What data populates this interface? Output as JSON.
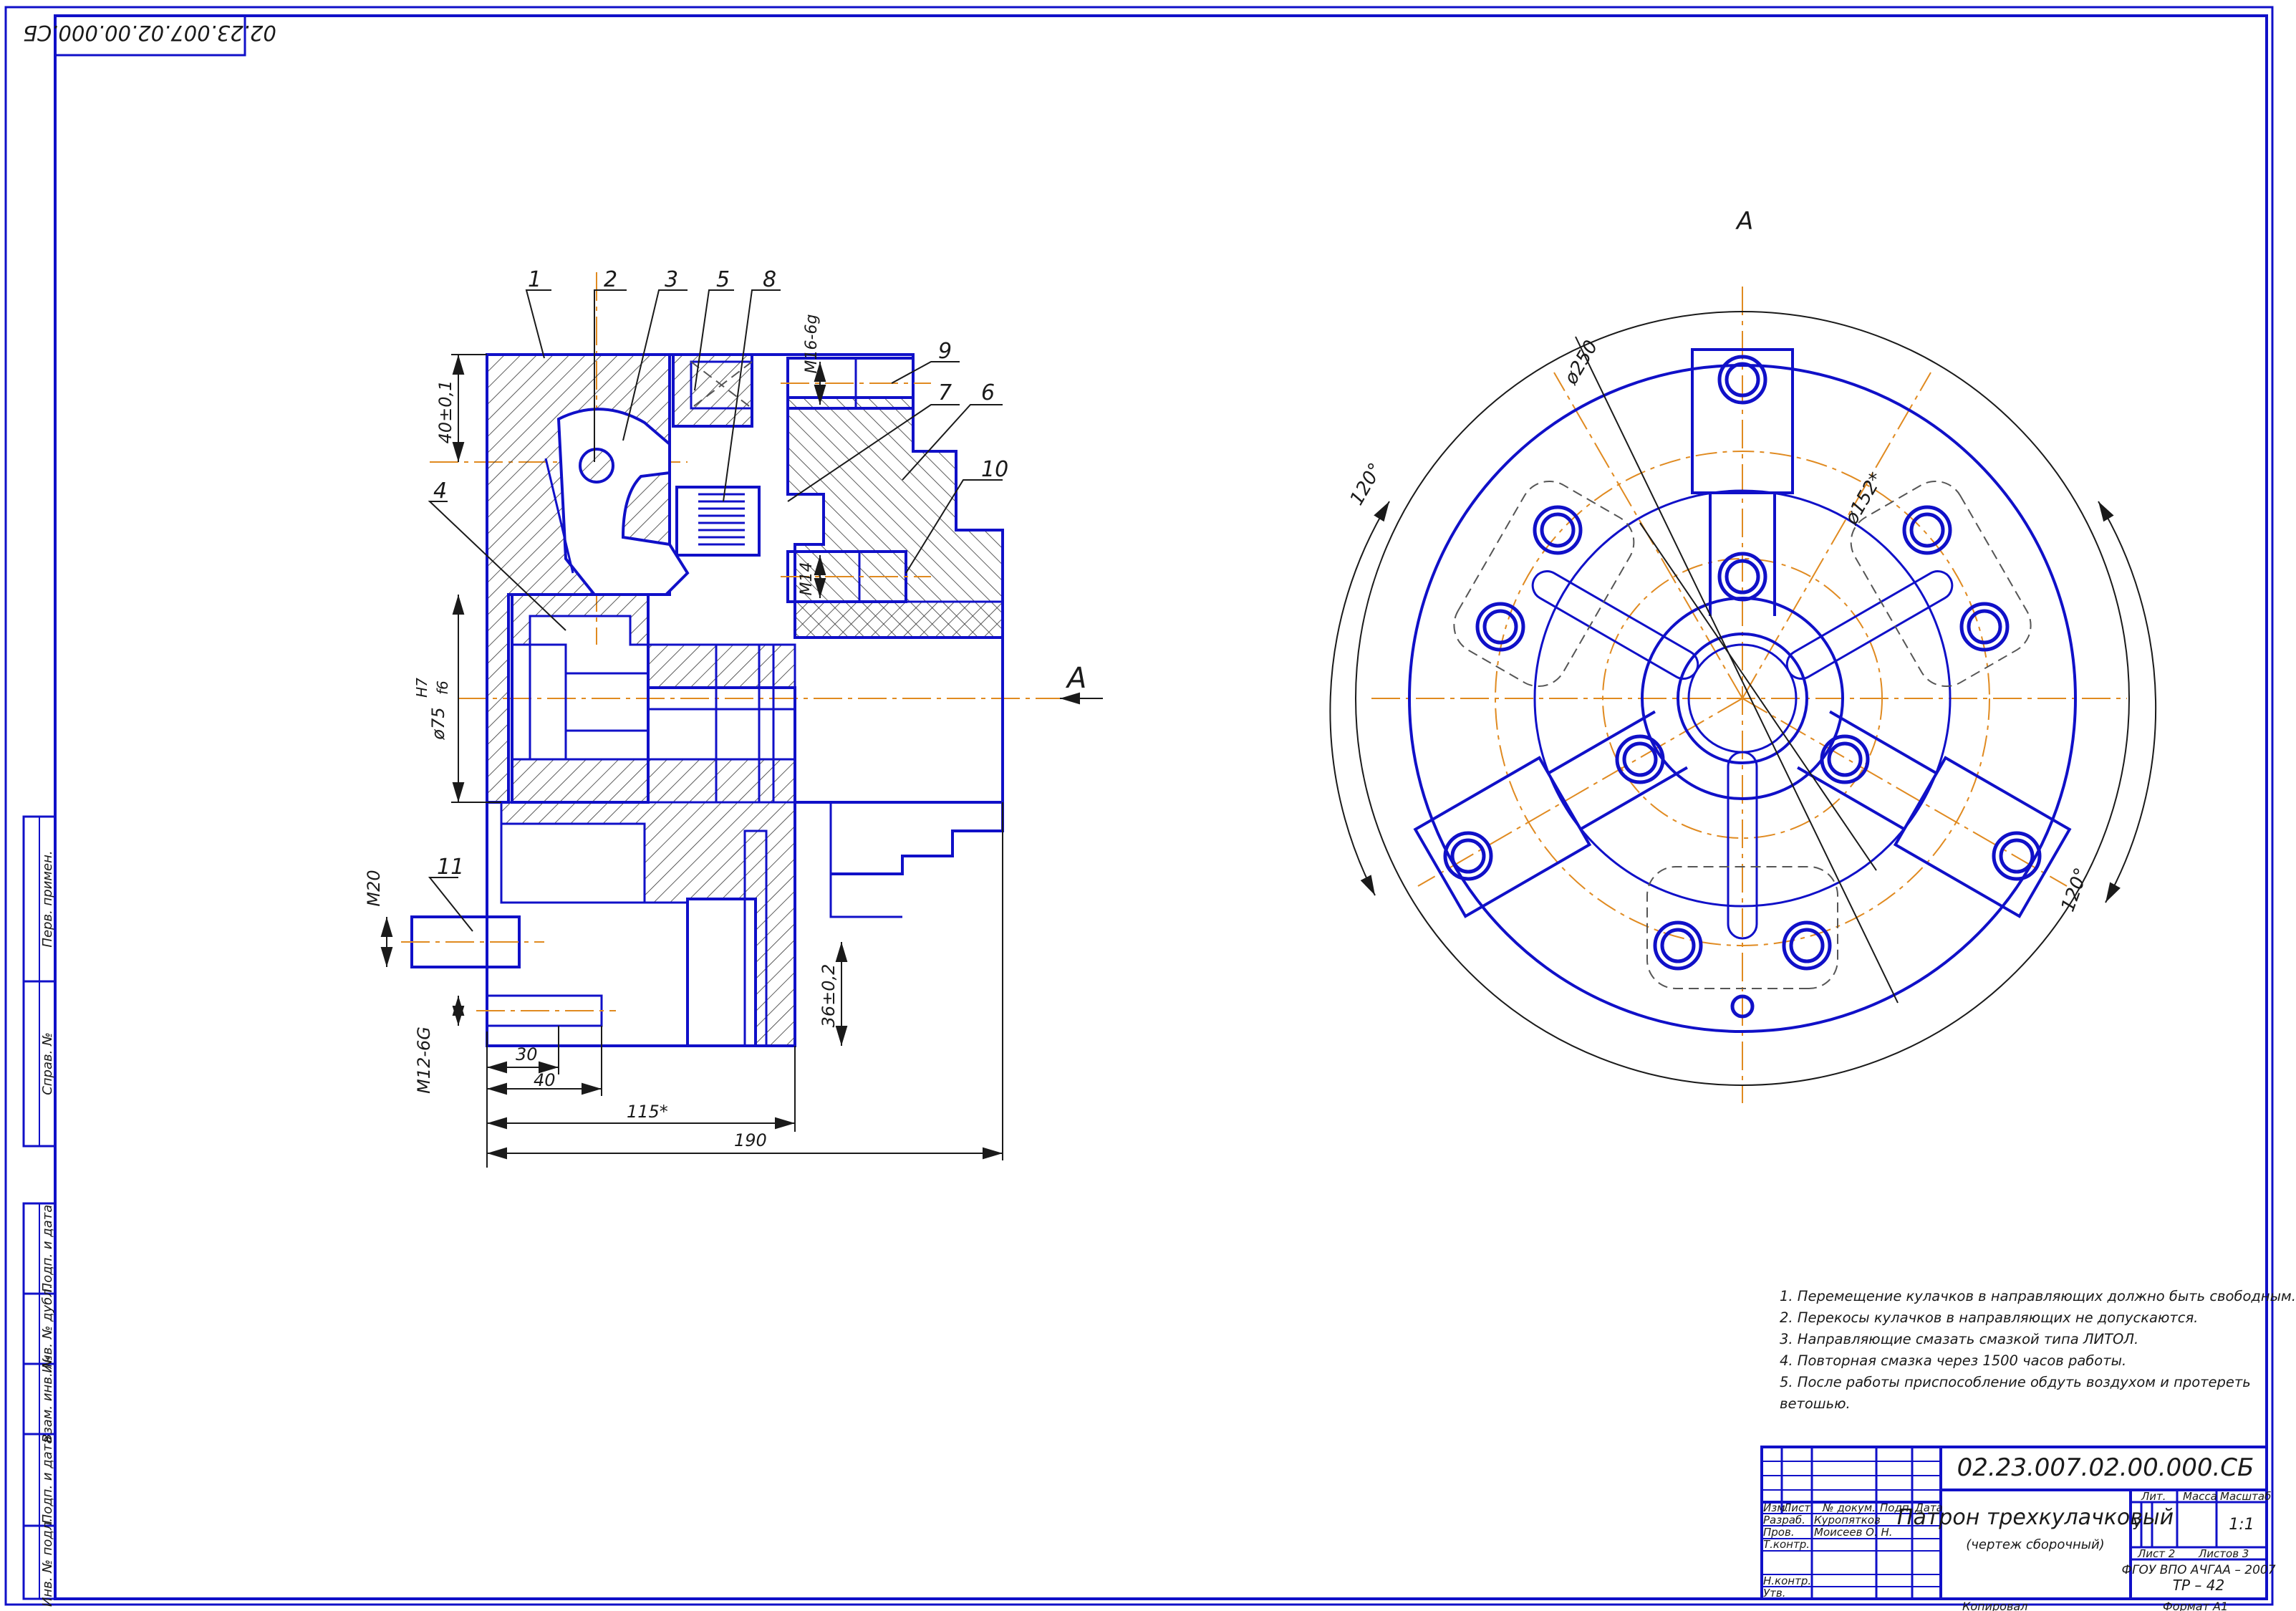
{
  "stamp_code_rotated": "02.23.007.02.00.000.СБ",
  "side_stamp": [
    "Перв. примен.",
    "Справ. №",
    "Подп. и дата",
    "Инв. № дубл.",
    "Взам. инв. №",
    "Подп. и дата",
    "Инв. № подл."
  ],
  "view_label": "А",
  "section_arrow_label": "А",
  "part_numbers": [
    "1",
    "2",
    "3",
    "5",
    "8",
    "4",
    "9",
    "7",
    "6",
    "10",
    "11"
  ],
  "dimensions": {
    "d40": "40±0,1",
    "d75_pre": "ø75",
    "d75_num": "H7",
    "d75_den": "f6",
    "m16": "M16-6g",
    "m14": "M14",
    "m20": "M20",
    "m12": "M12-6G",
    "d36": "36±0,2",
    "d30": "30",
    "d40b": "40",
    "d115": "115*",
    "d190": "190",
    "d250": "ø250",
    "d152": "ø152*",
    "a120a": "120°",
    "a120b": "120°"
  },
  "notes": [
    "1. Перемещение кулачков в направляющих должно быть свободным.",
    "2. Перекосы кулачков в направляющих не допускаются.",
    "3. Направляющие смазать смазкой типа ЛИТОЛ.",
    "4. Повторная смазка через 1500 часов работы.",
    "5. После работы приспособление обдуть воздухом и протереть",
    "ветошью."
  ],
  "title_block": {
    "designation": "02.23.007.02.00.000.СБ",
    "name": "Патрон трехкулачковый",
    "subtitle": "(чертеж сборочный)",
    "col_izm": "Изм.",
    "col_list": "Лист",
    "col_ndok": "№ докум.",
    "col_podp": "Подп.",
    "col_data": "Дата",
    "r_razrab": "Разраб.",
    "r_prov": "Пров.",
    "r_tkontr": "Т.контр.",
    "r_nkontr": "Н.контр.",
    "r_utv": "Утв.",
    "razrab_name": "Куропятков",
    "prov_name": "Моисеев О. Н.",
    "lit": "Лит.",
    "massa": "Масса",
    "masshtab": "Масштаб",
    "lit_val": "У",
    "scale_val": "1:1",
    "list": "Лист 2",
    "listov": "Листов 3",
    "org1": "ФГОУ ВПО АЧГАА – 2007",
    "org2": "ТР – 42",
    "kopiroval": "Копировал",
    "format": "Формат А1"
  }
}
